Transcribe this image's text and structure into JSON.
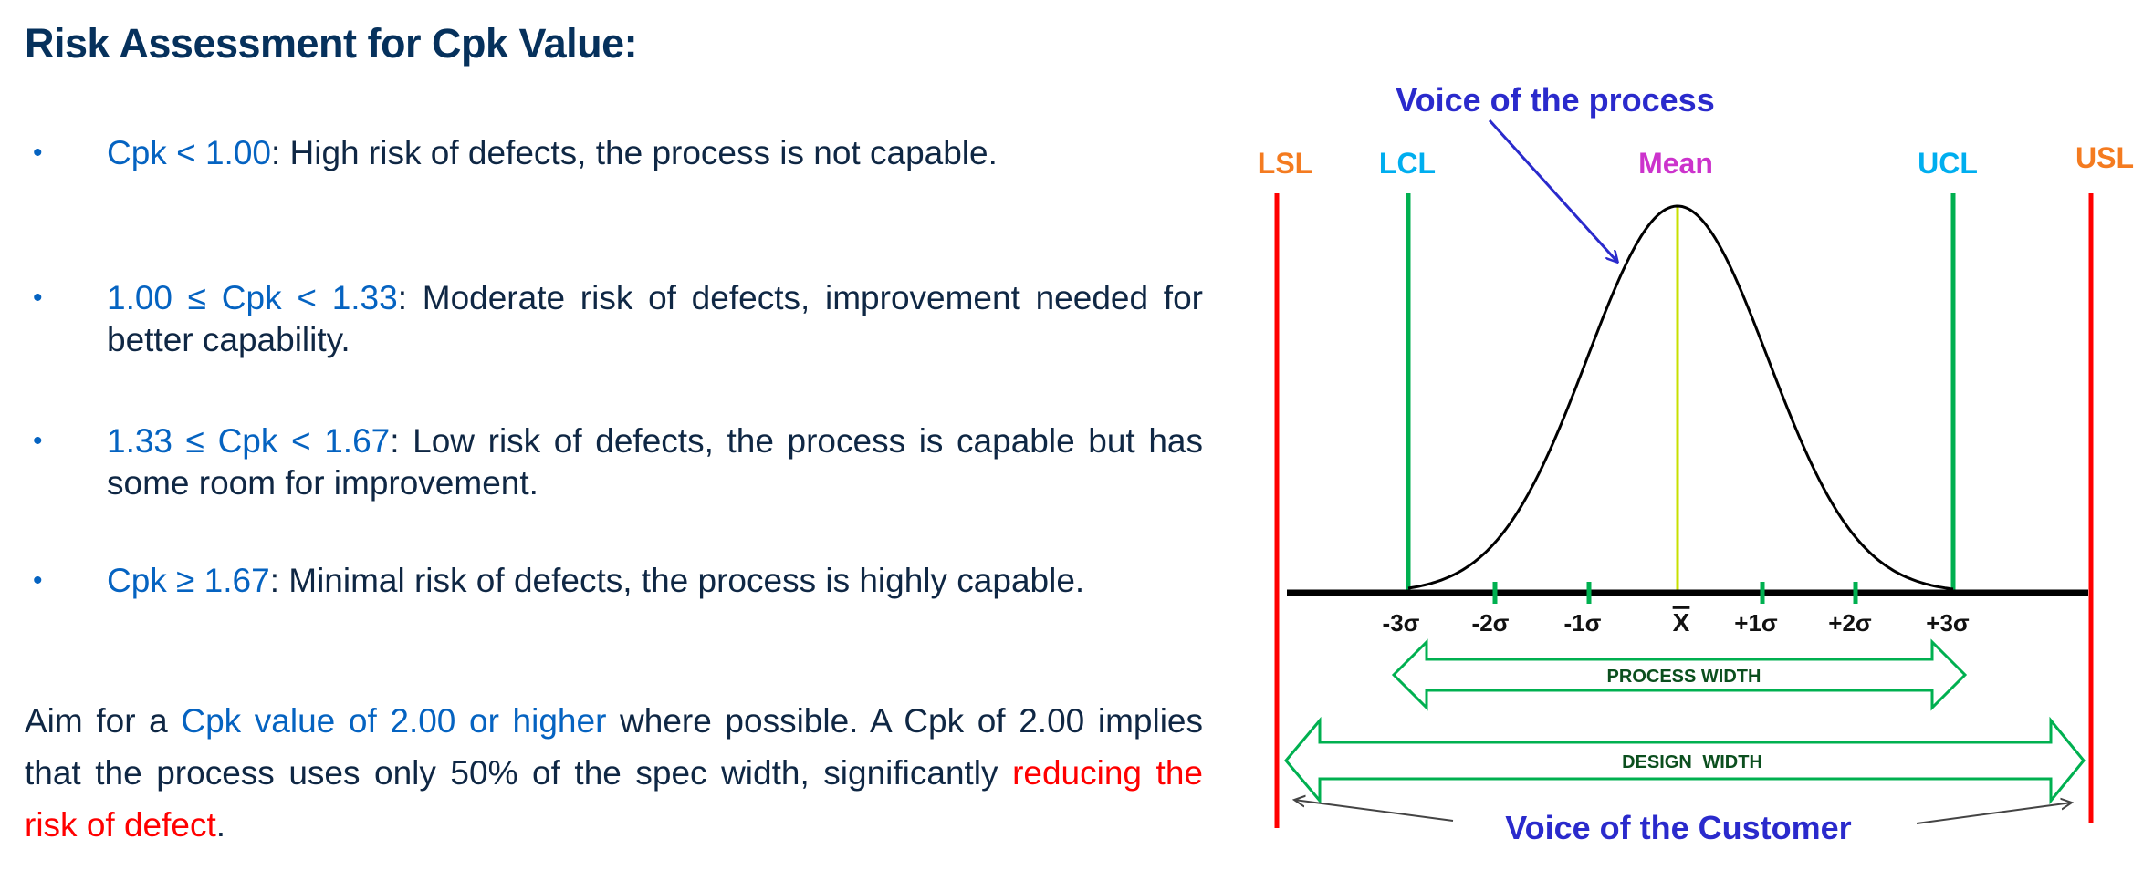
{
  "title": "Risk Assessment for Cpk Value:",
  "bullets": [
    {
      "condition": "Cpk < 1.00",
      "text": ": High risk of defects, the process is not capable."
    },
    {
      "condition": "1.00 ≤ Cpk < 1.33",
      "text": ": Moderate risk of defects, improvement needed for better capability."
    },
    {
      "condition": "1.33 ≤ Cpk < 1.67",
      "text": ": Low risk of defects, the process is capable but has some room for improvement."
    },
    {
      "condition": "Cpk ≥ 1.67",
      "text": ": Minimal risk of defects, the process is highly capable."
    }
  ],
  "paragraph": {
    "part1": "Aim for a ",
    "highlight": "Cpk value of 2.00 or higher",
    "part2": " where possible. A Cpk of 2.00 implies that the process uses only 50% of the spec width, significantly ",
    "emphasis": "reducing the risk of defect",
    "part3": "."
  },
  "diagram": {
    "voice_process": "Voice of the process",
    "voice_customer": "Voice of the Customer",
    "lsl": "LSL",
    "lcl": "LCL",
    "mean": "Mean",
    "ucl": "UCL",
    "usl": "USL",
    "sigma_labels": [
      "-3σ",
      "-2σ",
      "-1σ",
      "X",
      "+1σ",
      "+2σ",
      "+3σ"
    ],
    "process_width": "PROCESS WIDTH",
    "design_width": "DESIGN WIDTH",
    "colors": {
      "spec": "#FF0000",
      "control": "#00B050",
      "mean_line": "#C8E000",
      "spec_label": "#F47B20",
      "control_label": "#00AEEF",
      "mean_label": "#CC33CC",
      "voice": "#2A2ACC",
      "arrow": "#00B050",
      "arrow_text": "#0B4F1E"
    }
  }
}
